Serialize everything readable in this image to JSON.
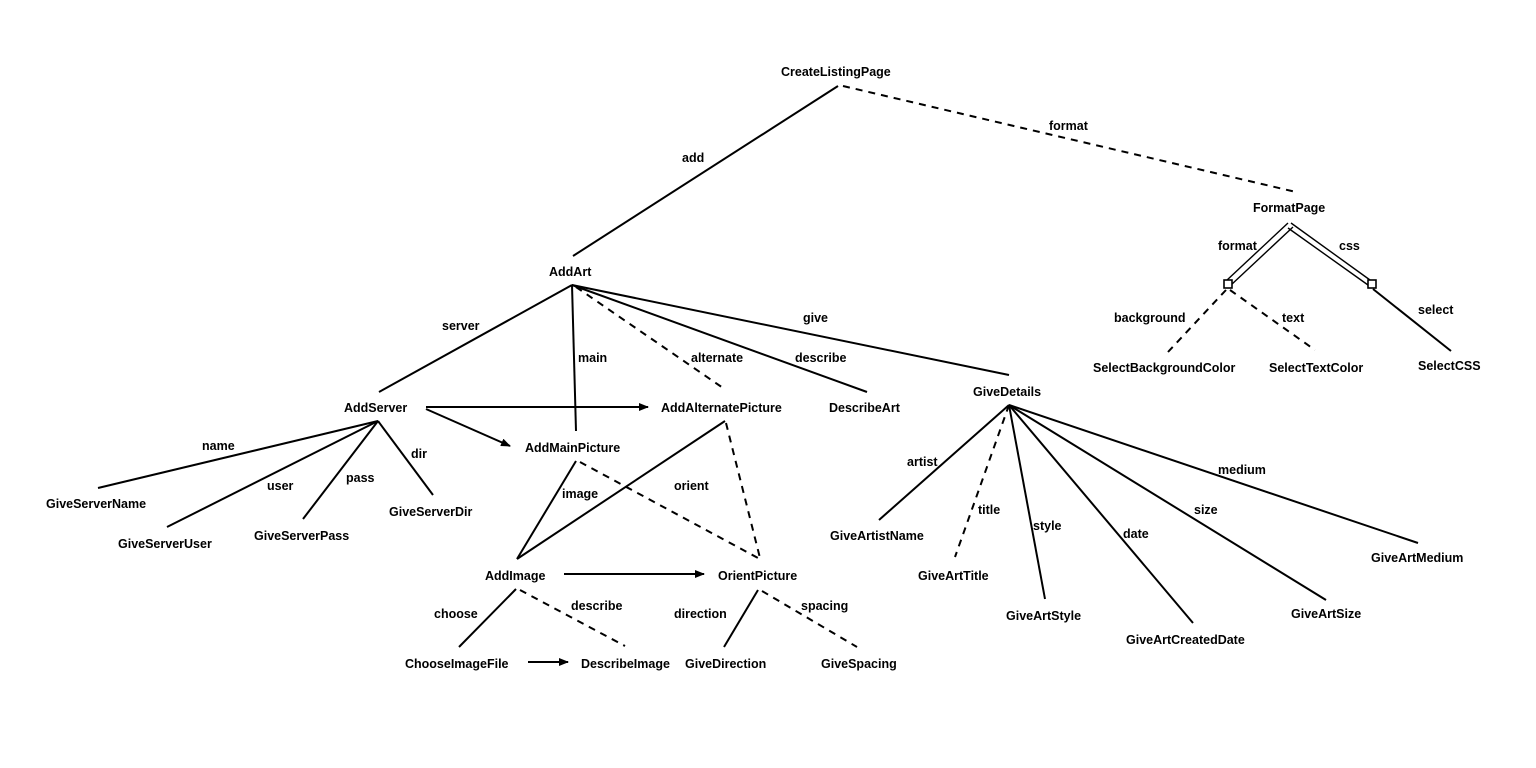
{
  "nodes": {
    "CreateListingPage": "CreateListingPage",
    "FormatPage": "FormatPage",
    "AddArt": "AddArt",
    "SelectBackgroundColor": "SelectBackgroundColor",
    "SelectTextColor": "SelectTextColor",
    "SelectCSS": "SelectCSS",
    "AddServer": "AddServer",
    "AddAlternatePicture": "AddAlternatePicture",
    "DescribeArt": "DescribeArt",
    "GiveDetails": "GiveDetails",
    "AddMainPicture": "AddMainPicture",
    "GiveServerName": "GiveServerName",
    "GiveServerUser": "GiveServerUser",
    "GiveServerPass": "GiveServerPass",
    "GiveServerDir": "GiveServerDir",
    "AddImage": "AddImage",
    "OrientPicture": "OrientPicture",
    "ChooseImageFile": "ChooseImageFile",
    "DescribeImage": "DescribeImage",
    "GiveDirection": "GiveDirection",
    "GiveSpacing": "GiveSpacing",
    "GiveArtistName": "GiveArtistName",
    "GiveArtTitle": "GiveArtTitle",
    "GiveArtStyle": "GiveArtStyle",
    "GiveArtCreatedDate": "GiveArtCreatedDate",
    "GiveArtSize": "GiveArtSize",
    "GiveArtMedium": "GiveArtMedium"
  },
  "edges": [
    {
      "id": "add",
      "from": "CreateListingPage",
      "to": "AddArt",
      "label": "add",
      "style": "solid"
    },
    {
      "id": "format",
      "from": "CreateListingPage",
      "to": "FormatPage",
      "label": "format",
      "style": "dashed"
    },
    {
      "id": "fp_format",
      "from": "FormatPage",
      "to": "format-connector",
      "label": "format",
      "style": "double"
    },
    {
      "id": "fp_css",
      "from": "FormatPage",
      "to": "css-connector",
      "label": "css",
      "style": "double"
    },
    {
      "id": "background",
      "from": "format-connector",
      "to": "SelectBackgroundColor",
      "label": "background",
      "style": "dashed"
    },
    {
      "id": "text",
      "from": "format-connector",
      "to": "SelectTextColor",
      "label": "text",
      "style": "dashed"
    },
    {
      "id": "select",
      "from": "css-connector",
      "to": "SelectCSS",
      "label": "select",
      "style": "solid"
    },
    {
      "id": "server",
      "from": "AddArt",
      "to": "AddServer",
      "label": "server",
      "style": "solid"
    },
    {
      "id": "main",
      "from": "AddArt",
      "to": "AddMainPicture",
      "label": "main",
      "style": "solid"
    },
    {
      "id": "alternate",
      "from": "AddArt",
      "to": "AddAlternatePicture",
      "label": "alternate",
      "style": "dashed"
    },
    {
      "id": "describe_art",
      "from": "AddArt",
      "to": "DescribeArt",
      "label": "describe",
      "style": "solid"
    },
    {
      "id": "give",
      "from": "AddArt",
      "to": "GiveDetails",
      "label": "give",
      "style": "solid"
    },
    {
      "id": "name",
      "from": "AddServer",
      "to": "GiveServerName",
      "label": "name",
      "style": "solid"
    },
    {
      "id": "user",
      "from": "AddServer",
      "to": "GiveServerUser",
      "label": "user",
      "style": "solid"
    },
    {
      "id": "pass",
      "from": "AddServer",
      "to": "GiveServerPass",
      "label": "pass",
      "style": "solid"
    },
    {
      "id": "dir",
      "from": "AddServer",
      "to": "GiveServerDir",
      "label": "dir",
      "style": "solid"
    },
    {
      "id": "image",
      "from": "AddMainPicture",
      "to": "AddImage",
      "label": "image",
      "style": "solid"
    },
    {
      "id": "orient",
      "from": "AddMainPicture",
      "to": "OrientPicture",
      "label": "orient",
      "style": "dashed"
    },
    {
      "id": "alt_image",
      "from": "AddAlternatePicture",
      "to": "AddImage",
      "label": "",
      "style": "solid"
    },
    {
      "id": "alt_orient",
      "from": "AddAlternatePicture",
      "to": "OrientPicture",
      "label": "",
      "style": "dashed"
    },
    {
      "id": "choose",
      "from": "AddImage",
      "to": "ChooseImageFile",
      "label": "choose",
      "style": "solid"
    },
    {
      "id": "describe_img",
      "from": "AddImage",
      "to": "DescribeImage",
      "label": "describe",
      "style": "dashed"
    },
    {
      "id": "direction",
      "from": "OrientPicture",
      "to": "GiveDirection",
      "label": "direction",
      "style": "solid"
    },
    {
      "id": "spacing",
      "from": "OrientPicture",
      "to": "GiveSpacing",
      "label": "spacing",
      "style": "dashed"
    },
    {
      "id": "artist",
      "from": "GiveDetails",
      "to": "GiveArtistName",
      "label": "artist",
      "style": "solid"
    },
    {
      "id": "title",
      "from": "GiveDetails",
      "to": "GiveArtTitle",
      "label": "title",
      "style": "dashed"
    },
    {
      "id": "style",
      "from": "GiveDetails",
      "to": "GiveArtStyle",
      "label": "style",
      "style": "solid"
    },
    {
      "id": "date",
      "from": "GiveDetails",
      "to": "GiveArtCreatedDate",
      "label": "date",
      "style": "solid"
    },
    {
      "id": "size",
      "from": "GiveDetails",
      "to": "GiveArtSize",
      "label": "size",
      "style": "solid"
    },
    {
      "id": "medium",
      "from": "GiveDetails",
      "to": "GiveArtMedium",
      "label": "medium",
      "style": "solid"
    }
  ],
  "sequence_arrows": [
    {
      "from": "AddServer",
      "to": "AddAlternatePicture"
    },
    {
      "from": "AddServer",
      "to": "AddMainPicture"
    },
    {
      "from": "AddImage",
      "to": "OrientPicture"
    },
    {
      "from": "ChooseImageFile",
      "to": "DescribeImage"
    }
  ]
}
